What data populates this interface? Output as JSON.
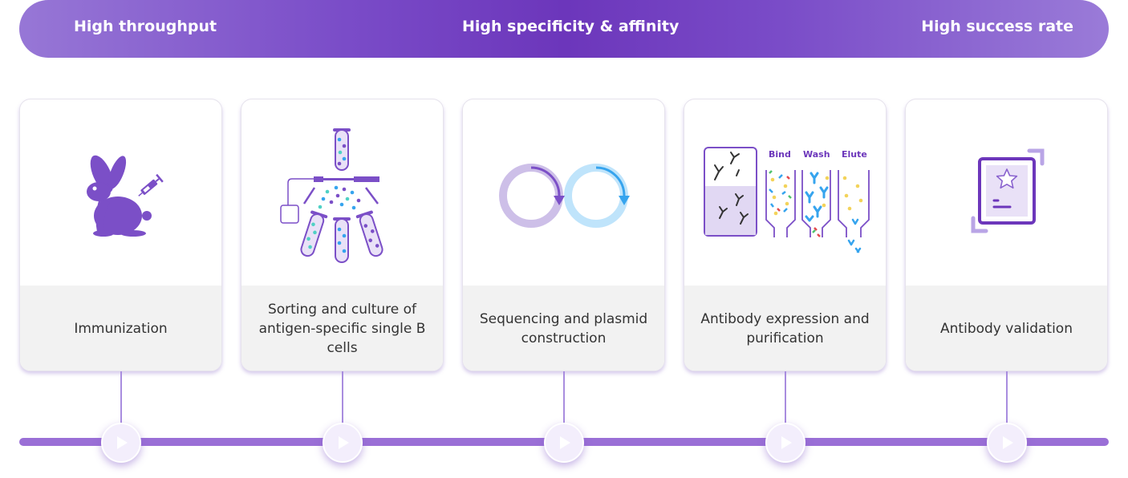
{
  "banner": {
    "left": "High throughput",
    "center": "High specificity & affinity",
    "right": "High success rate"
  },
  "steps": [
    {
      "label": "Immunization",
      "icon": "rabbit-syringe-icon"
    },
    {
      "label": "Sorting and culture of antigen-specific single B cells",
      "icon": "sorting-tubes-icon"
    },
    {
      "label": "Sequencing and plasmid construction",
      "icon": "plasmid-cycle-icon"
    },
    {
      "label": "Antibody expression and purification",
      "icon": "antibody-purification-icon"
    },
    {
      "label": "Antibody validation",
      "icon": "validation-certificate-icon"
    }
  ],
  "purification": {
    "bind": "Bind",
    "wash": "Wash",
    "elute": "Elute"
  },
  "colors": {
    "primary": "#7b4fc7",
    "banner_center": "#6c36bb",
    "track": "#9a6fd6",
    "label_bg": "#f2f2f2",
    "cycle_purple": "#cdbfe8",
    "cycle_blue": "#bfe4fb",
    "arrow_blue": "#36a4ee"
  }
}
